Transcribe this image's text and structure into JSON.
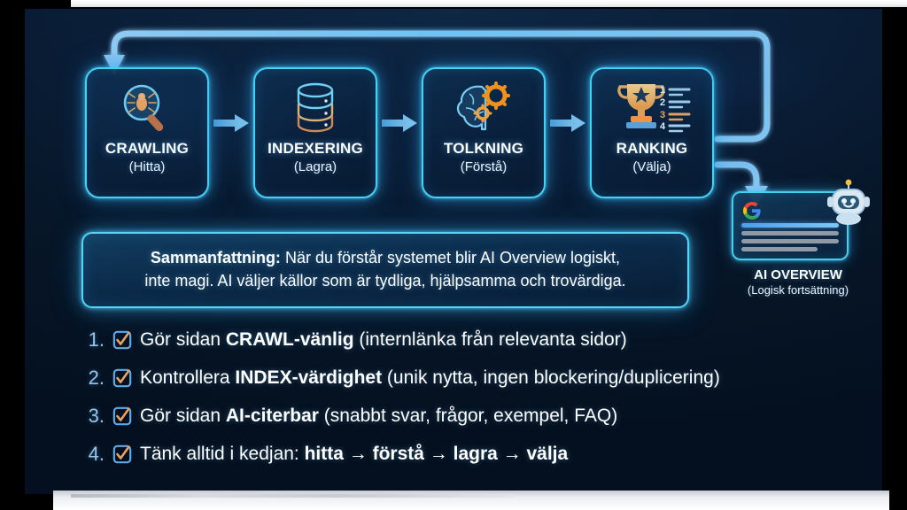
{
  "slide": {
    "stages": [
      {
        "icon": "magnifier-spider-icon",
        "title": "CRAWLING",
        "subtitle": "(Hitta)"
      },
      {
        "icon": "database-icon",
        "title": "INDEXERING",
        "subtitle": "(Lagra)"
      },
      {
        "icon": "brain-gears-icon",
        "title": "TOLKNING",
        "subtitle": "(Förstå)"
      },
      {
        "icon": "trophy-ranking-icon",
        "title": "RANKING",
        "subtitle": "(Välja)"
      }
    ],
    "connector_icon": "arrow-right-icon",
    "loop_arrow_icon": "loop-back-arrow-icon",
    "down_arrow_icon": "arrow-down-icon",
    "ai_overview": {
      "card_icon": "google-logo-icon",
      "robot_icon": "robot-mascot-icon",
      "title": "AI OVERVIEW",
      "subtitle": "(Logisk fortsättning)"
    },
    "summary": {
      "label": "Sammanfattning:",
      "line1_rest": " När du förstår systemet blir AI Overview logiskt,",
      "line2": "inte magi. AI väljer källor som är tydliga, hjälpsamma och trovärdiga."
    },
    "checklist": [
      {
        "num": "1.",
        "icon": "checkbox-checked-icon",
        "pre": "Gör sidan ",
        "strong": "CRAWL-vänlig",
        "post": " (internlänka från relevanta sidor)"
      },
      {
        "num": "2.",
        "icon": "checkbox-checked-icon",
        "pre": "Kontrollera ",
        "strong": "INDEX-värdighet",
        "post": " (unik nytta, ingen blockering/duplicering)"
      },
      {
        "num": "3.",
        "icon": "checkbox-checked-icon",
        "pre": "Gör sidan ",
        "strong": "AI-citerbar",
        "post": " (snabbt svar, frågor, exempel, FAQ)"
      },
      {
        "num": "4.",
        "icon": "checkbox-checked-icon",
        "pre": "Tänk alltid i kedjan: ",
        "strong": "hitta → förstå → lagra → välja",
        "post": ""
      }
    ],
    "colors": {
      "background": "#071628",
      "neon_border": "#43d3f7",
      "arrow": "#63b6e8",
      "number": "#96c6ee",
      "checkmark": "#e8a265",
      "accent_orange": "#f0901f"
    }
  }
}
